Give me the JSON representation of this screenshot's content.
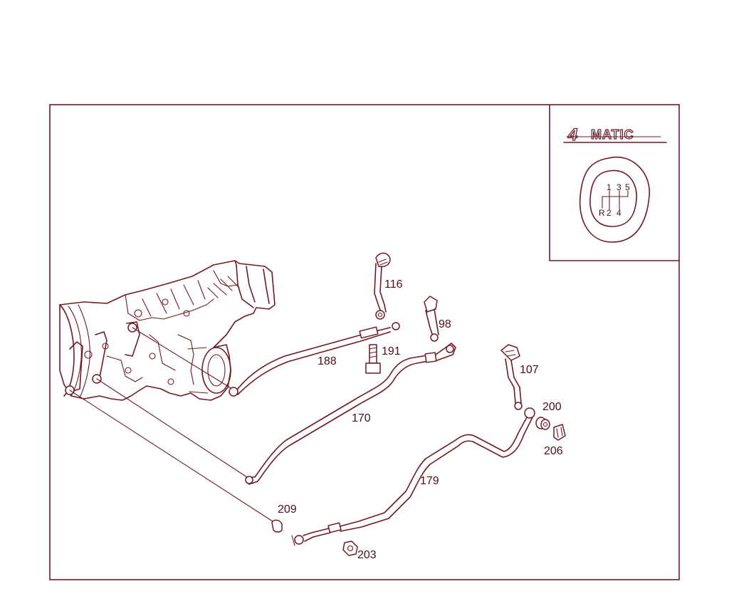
{
  "inset": {
    "brand_number": "4",
    "brand_text": "MATIC",
    "shift_pattern": {
      "top_row": [
        "1",
        "3",
        "5"
      ],
      "bottom_row": [
        "R",
        "2",
        "4"
      ]
    }
  },
  "parts": [
    {
      "id": "p116",
      "label": "116"
    },
    {
      "id": "p98",
      "label": "98"
    },
    {
      "id": "p191",
      "label": "191"
    },
    {
      "id": "p188",
      "label": "188"
    },
    {
      "id": "p107",
      "label": "107"
    },
    {
      "id": "p200",
      "label": "200"
    },
    {
      "id": "p170",
      "label": "170"
    },
    {
      "id": "p206",
      "label": "206"
    },
    {
      "id": "p179",
      "label": "179"
    },
    {
      "id": "p209",
      "label": "209"
    },
    {
      "id": "p203",
      "label": "203"
    }
  ],
  "colors": {
    "line": "#6e1a24",
    "text": "#4a1018",
    "background": "#ffffff"
  }
}
